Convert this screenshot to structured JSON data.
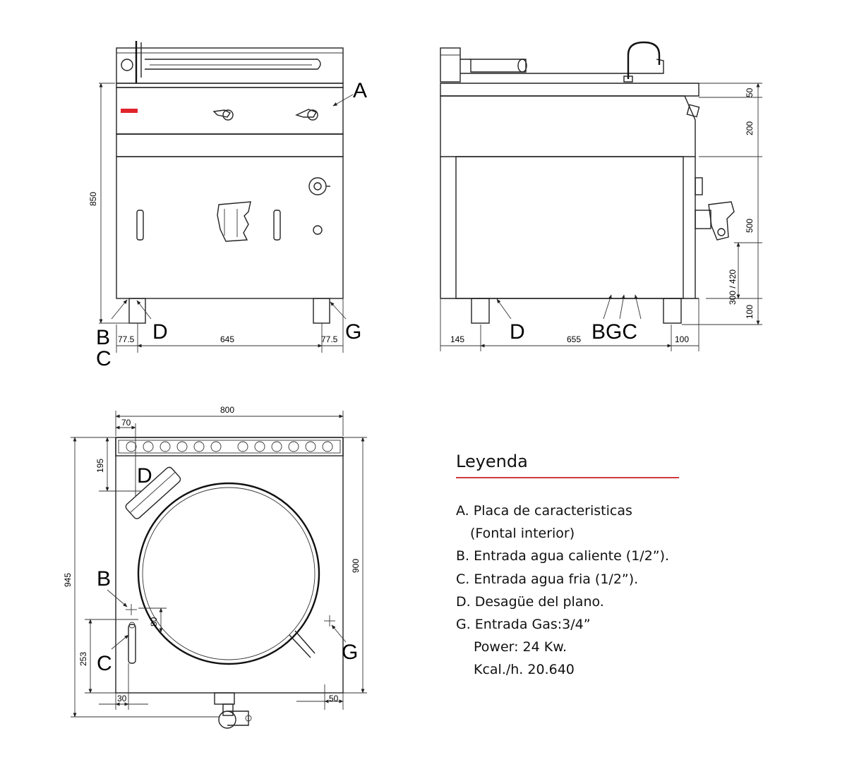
{
  "callouts": {
    "front": {
      "A": "A",
      "B": "B",
      "C": "C",
      "D": "D",
      "G": "G"
    },
    "side": {
      "D": "D",
      "BGC": "BGC"
    },
    "top": {
      "D": "D",
      "B": "B",
      "C": "C",
      "G": "G"
    }
  },
  "dimensions": {
    "front": {
      "height": "850",
      "left_offset": "77.5",
      "width_between_feet": "645",
      "right_offset": "77.5"
    },
    "side": {
      "d50": "50",
      "d200": "200",
      "d500": "500",
      "d300_420": "300 / 420",
      "d100_v": "100",
      "d145": "145",
      "d655": "655",
      "d100_h": "100"
    },
    "top": {
      "width": "800",
      "d70": "70",
      "d195": "195",
      "depth_total": "945",
      "depth": "900",
      "d253": "253",
      "d80": "80",
      "d30": "30",
      "d50": "50"
    }
  },
  "legend": {
    "title": "Leyenda",
    "items": [
      {
        "text": "A. Placa de caracteristicas",
        "indent": 0
      },
      {
        "text": "(Fontal interior)",
        "indent": 1
      },
      {
        "text": "B. Entrada agua caliente (1/2”).",
        "indent": 0
      },
      {
        "text": "C. Entrada agua fria (1/2”).",
        "indent": 0
      },
      {
        "text": "D. Desagüe del plano.",
        "indent": 0
      },
      {
        "text": "G. Entrada Gas:3/4”",
        "indent": 0
      },
      {
        "text": "Power: 24 Kw.",
        "indent": 2
      },
      {
        "text": "Kcal./h. 20.640",
        "indent": 2
      }
    ]
  },
  "colors": {
    "accent_rule": "#d0393b",
    "knob_marker": "#e0242b",
    "line": "#222222"
  }
}
